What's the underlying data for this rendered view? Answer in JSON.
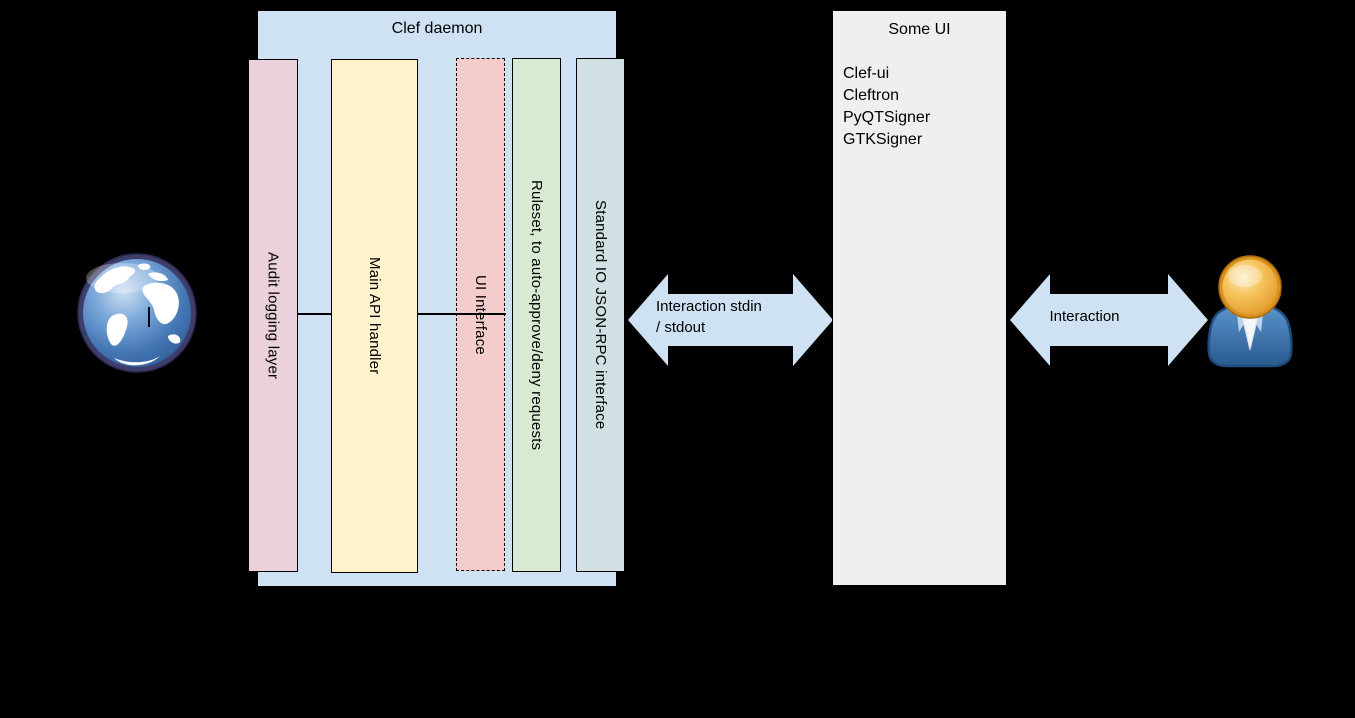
{
  "palette": {
    "background": "#000000",
    "container_blue": "#cfe2f3",
    "audit_pink": "#ead1dc",
    "api_yellow": "#fff2cc",
    "ui_red": "#f4cccc",
    "ruleset_green": "#d9ead3",
    "stdio_cyan": "#d0e0e3",
    "some_ui_gray": "#efefef",
    "arrow_blue": "#cfe2f3",
    "line_black": "#000000"
  },
  "daemon": {
    "title": "Clef daemon",
    "layers": [
      {
        "label": "Audit logging layer",
        "color": "#ead1dc",
        "border_style": "solid"
      },
      {
        "label": "Main API handler",
        "color": "#fff2cc",
        "border_style": "solid"
      },
      {
        "label": "UI Interface",
        "color": "#f4cccc",
        "border_style": "dashed"
      },
      {
        "label": "Ruleset, to auto-approve/deny requests",
        "color": "#d9ead3",
        "border_style": "solid"
      },
      {
        "label": "Standard IO JSON-RPC interface",
        "color": "#d0e0e3",
        "border_style": "solid"
      }
    ]
  },
  "some_ui": {
    "title": "Some UI",
    "items": [
      "Clef-ui",
      "Cleftron",
      "PyQTSigner",
      "GTKSigner"
    ]
  },
  "arrows": {
    "daemon_ui": {
      "label": "Interaction stdin / stdout",
      "line1": "Interaction stdin",
      "line2": "/ stdout"
    },
    "ui_user": {
      "label": "Interaction"
    }
  },
  "icons": {
    "left": "globe-icon",
    "right": "user-icon"
  }
}
